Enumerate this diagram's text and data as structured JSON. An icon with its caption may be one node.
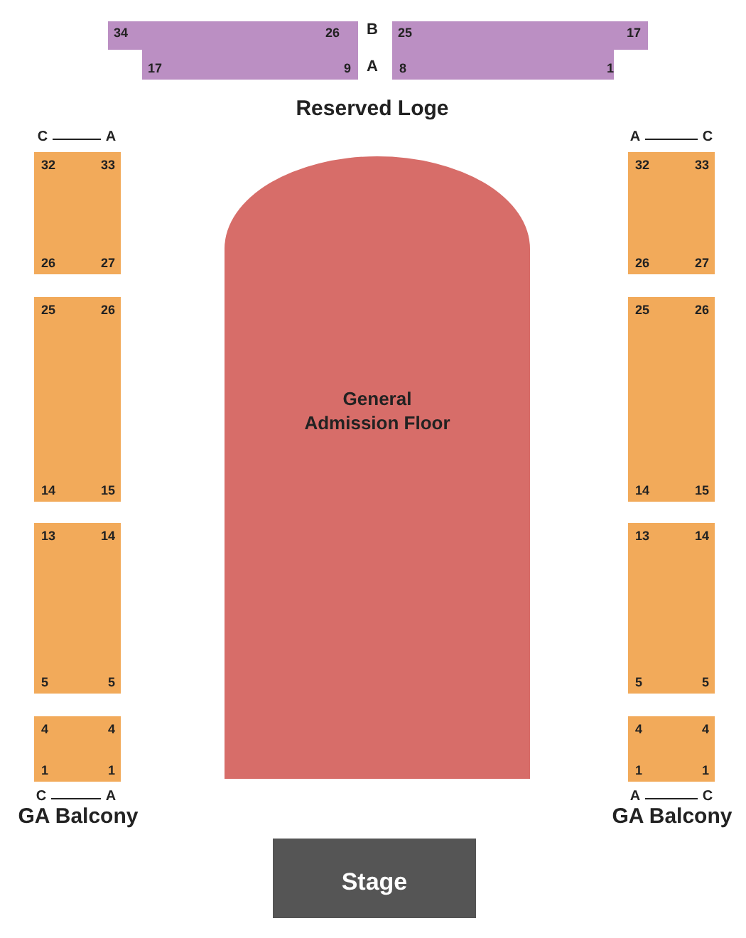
{
  "diagram": {
    "nodes": [
      {
        "text": [
          "34",
          "26",
          "17",
          "9"
        ]
      },
      {
        "text": [
          "25",
          "17",
          "8",
          "1"
        ]
      },
      {
        "text": [
          "32",
          "33",
          "26",
          "27"
        ]
      },
      {
        "text": [
          "32",
          "33",
          "26",
          "27"
        ]
      },
      {
        "text": [
          "General Admission Floor"
        ]
      },
      {
        "text": [
          "25",
          "26",
          "14",
          "15"
        ]
      },
      {
        "text": [
          "25",
          "26",
          "14",
          "15"
        ]
      },
      {
        "text": [
          "13",
          "14",
          "5",
          "5"
        ]
      },
      {
        "text": [
          "13",
          "14",
          "5",
          "5"
        ]
      },
      {
        "text": [
          "4",
          "4",
          "1",
          "1"
        ]
      },
      {
        "text": [
          "4",
          "4",
          "1",
          "1"
        ]
      },
      {
        "text": [
          "Stage"
        ]
      }
    ],
    "edges": [],
    "labels": [
      "B",
      "A",
      "Reserved Loge",
      "C",
      "A",
      "A",
      "C",
      "C",
      "A",
      "GA Balcony",
      "A",
      "C",
      "GA Balcony"
    ]
  }
}
